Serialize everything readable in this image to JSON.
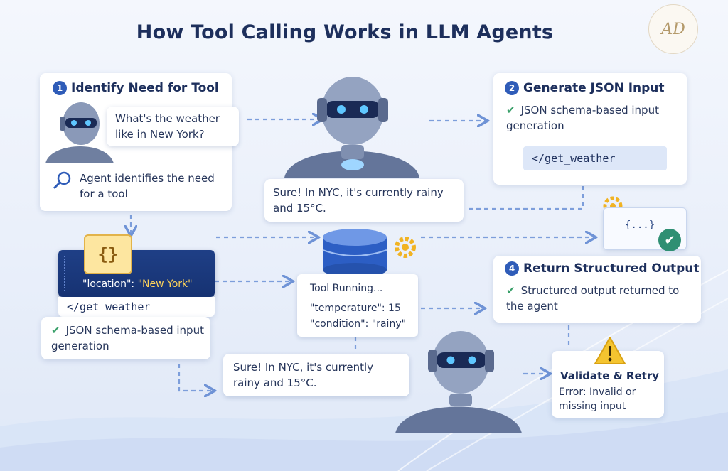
{
  "title": "How Tool Calling Works in LLM Agents",
  "logo_text": "AD",
  "step1": {
    "number": "1",
    "heading": "Identify Need for Tool",
    "user_question": "What's the weather like in New York?",
    "description": "Agent identifies the need for a tool",
    "icon": "magnifier-icon"
  },
  "step2": {
    "number": "2",
    "heading": "Generate JSON Input",
    "description": "JSON schema-based input generation",
    "code": "</get_weather"
  },
  "agent_reply_top": "Sure! In NYC, it's currently rainy and 15°C.",
  "editor": {
    "key": "\"location\":",
    "value": "\"New York\"",
    "file_icon": "{}"
  },
  "left_panel": {
    "code": "</get_weather",
    "description": "JSON schema-based input generation"
  },
  "tool_running": {
    "title": "Tool Running...",
    "line1": "\"temperature\": 15",
    "line2": "\"condition\": \"rainy\""
  },
  "json_doc": "{...}",
  "step4": {
    "number": "4",
    "heading": "Return Structured Output",
    "description": "Structured output returned to the agent"
  },
  "agent_reply_bottom": "Sure! In NYC, it's currently rainy and 15°C.",
  "validate": {
    "heading": "Validate & Retry",
    "description": "Error: Invalid or missing input"
  },
  "colors": {
    "accent": "#2f5cb8",
    "title": "#1d2f5c",
    "check": "#3aa06a",
    "warning": "#f4c430",
    "database": "#2c5ec4"
  }
}
